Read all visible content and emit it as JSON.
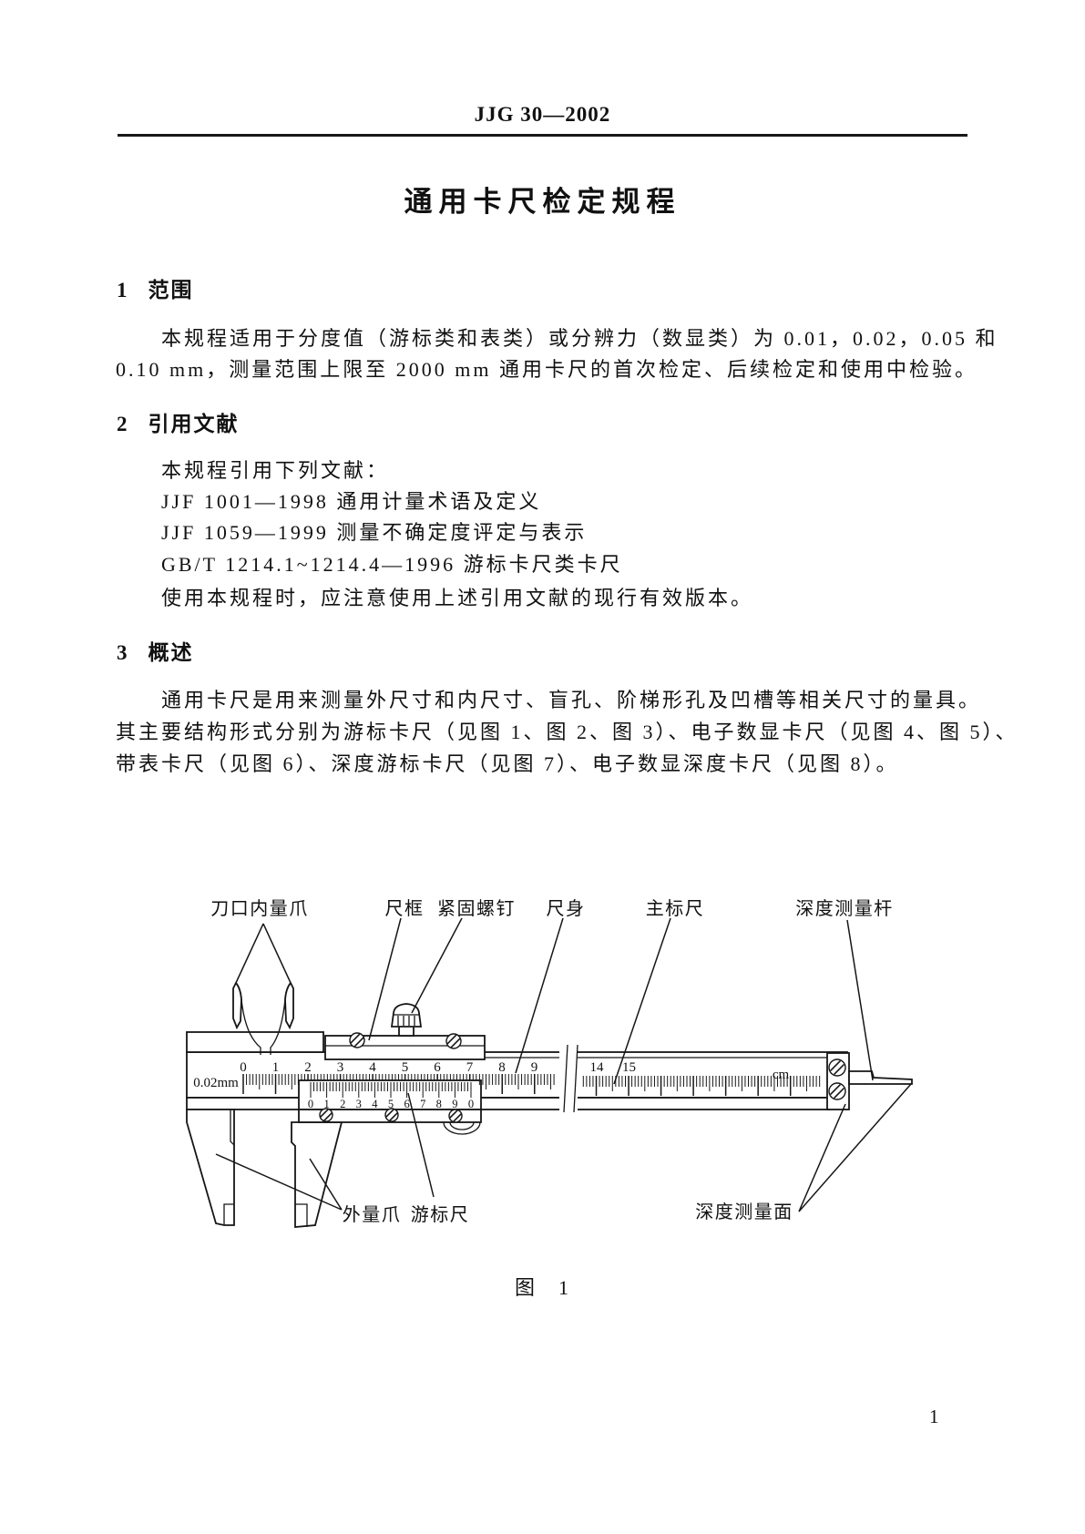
{
  "header": {
    "doc_code": "JJG 30—2002"
  },
  "title": "通用卡尺检定规程",
  "sections": {
    "s1": {
      "num": "1",
      "heading": "范围",
      "line1": "本规程适用于分度值（游标类和表类）或分辨力（数显类）为 0.01，0.02，0.05 和",
      "line2": "0.10 mm，测量范围上限至 2000 mm 通用卡尺的首次检定、后续检定和使用中检验。"
    },
    "s2": {
      "num": "2",
      "heading": "引用文献",
      "intro": "本规程引用下列文献：",
      "ref1": "JJF 1001—1998 通用计量术语及定义",
      "ref2": "JJF 1059—1999 测量不确定度评定与表示",
      "ref3": "GB/T 1214.1~1214.4—1996 游标卡尺类卡尺",
      "note": "使用本规程时，应注意使用上述引用文献的现行有效版本。"
    },
    "s3": {
      "num": "3",
      "heading": "概述",
      "line1": "通用卡尺是用来测量外尺寸和内尺寸、盲孔、阶梯形孔及凹槽等相关尺寸的量具。",
      "line2": "其主要结构形式分别为游标卡尺（见图 1、图 2、图 3）、电子数显卡尺（见图 4、图 5）、",
      "line3": "带表卡尺（见图 6）、深度游标卡尺（见图 7）、电子数显深度卡尺（见图 8）。"
    }
  },
  "figure": {
    "caption": "图　1",
    "labels": {
      "knife_edge_jaws": "刀口内量爪",
      "frame": "尺框",
      "locking_screw": "紧固螺钉",
      "beam": "尺身",
      "main_scale": "主标尺",
      "depth_rod": "深度测量杆",
      "external_jaws": "外量爪",
      "vernier_scale": "游标尺",
      "depth_faces": "深度测量面"
    },
    "scale": {
      "resolution": "0.02mm",
      "unit": "cm",
      "main_numbers": [
        "0",
        "1",
        "2",
        "3",
        "4",
        "5",
        "6",
        "7",
        "8",
        "9",
        "14",
        "15"
      ],
      "vernier_numbers": [
        "0",
        "1",
        "2",
        "3",
        "4",
        "5",
        "6",
        "7",
        "8",
        "9",
        "0"
      ]
    }
  },
  "footer": {
    "page_number": "1"
  }
}
